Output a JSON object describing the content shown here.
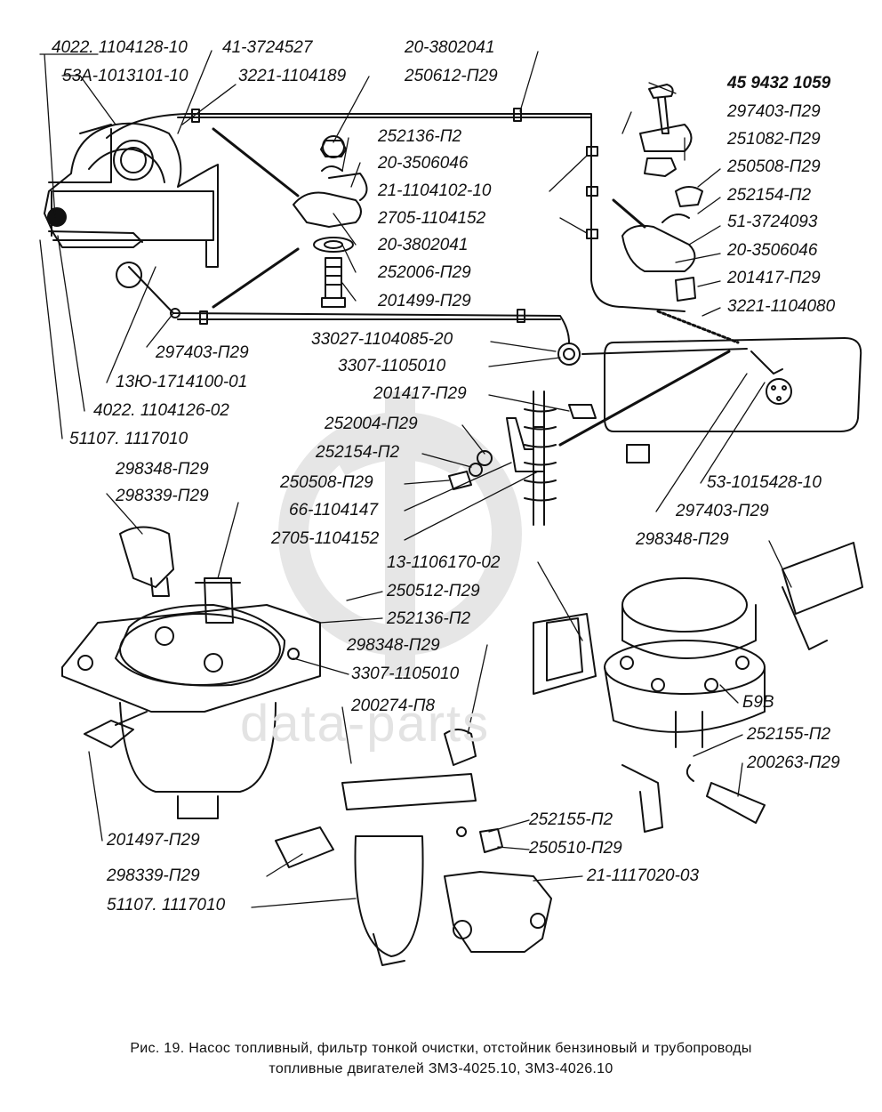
{
  "labels": [
    "4022. 1104128-10",
    "53А-1013101-10",
    "41-3724527",
    "3221-1104189",
    "20-3802041",
    "250612-П29",
    "252136-П2",
    "20-3506046",
    "21-1104102-10",
    "2705-1104152",
    "20-3802041",
    "252006-П29",
    "201499-П29",
    "45 9432 1059",
    "297403-П29",
    "251082-П29",
    "250508-П29",
    "252154-П2",
    "51-3724093",
    "20-3506046",
    "201417-П29",
    "3221-1104080",
    "297403-П29",
    "13Ю-1714100-01",
    "4022. 1104126-02",
    "51107. 1117010",
    "33027-1104085-20",
    "3307-1105010",
    "201417-П29",
    "252004-П29",
    "252154-П2",
    "250508-П29",
    "66-1104147",
    "2705-1104152",
    "53-1015428-10",
    "297403-П29",
    "298348-П29",
    "298339-П29",
    "298348-П29",
    "13-1106170-02",
    "250512-П29",
    "252136-П2",
    "298348-П29",
    "3307-1105010",
    "200274-П8",
    "Б9В",
    "252155-П2",
    "200263-П29",
    "201497-П29",
    "252155-П2",
    "250510-П29",
    "298339-П29",
    "21-1117020-03",
    "51107. 1117010"
  ],
  "caption": {
    "line1": "Рис. 19. Насос топливный, фильтр тонкой очистки, отстойник бензиновый и трубопроводы",
    "line2": "топливные двигателей ЗМЗ-4025.10, ЗМЗ-4026.10"
  },
  "watermark": "data-parts",
  "colors": {
    "ink": "#111111",
    "watermark": "#e3e3e3"
  }
}
